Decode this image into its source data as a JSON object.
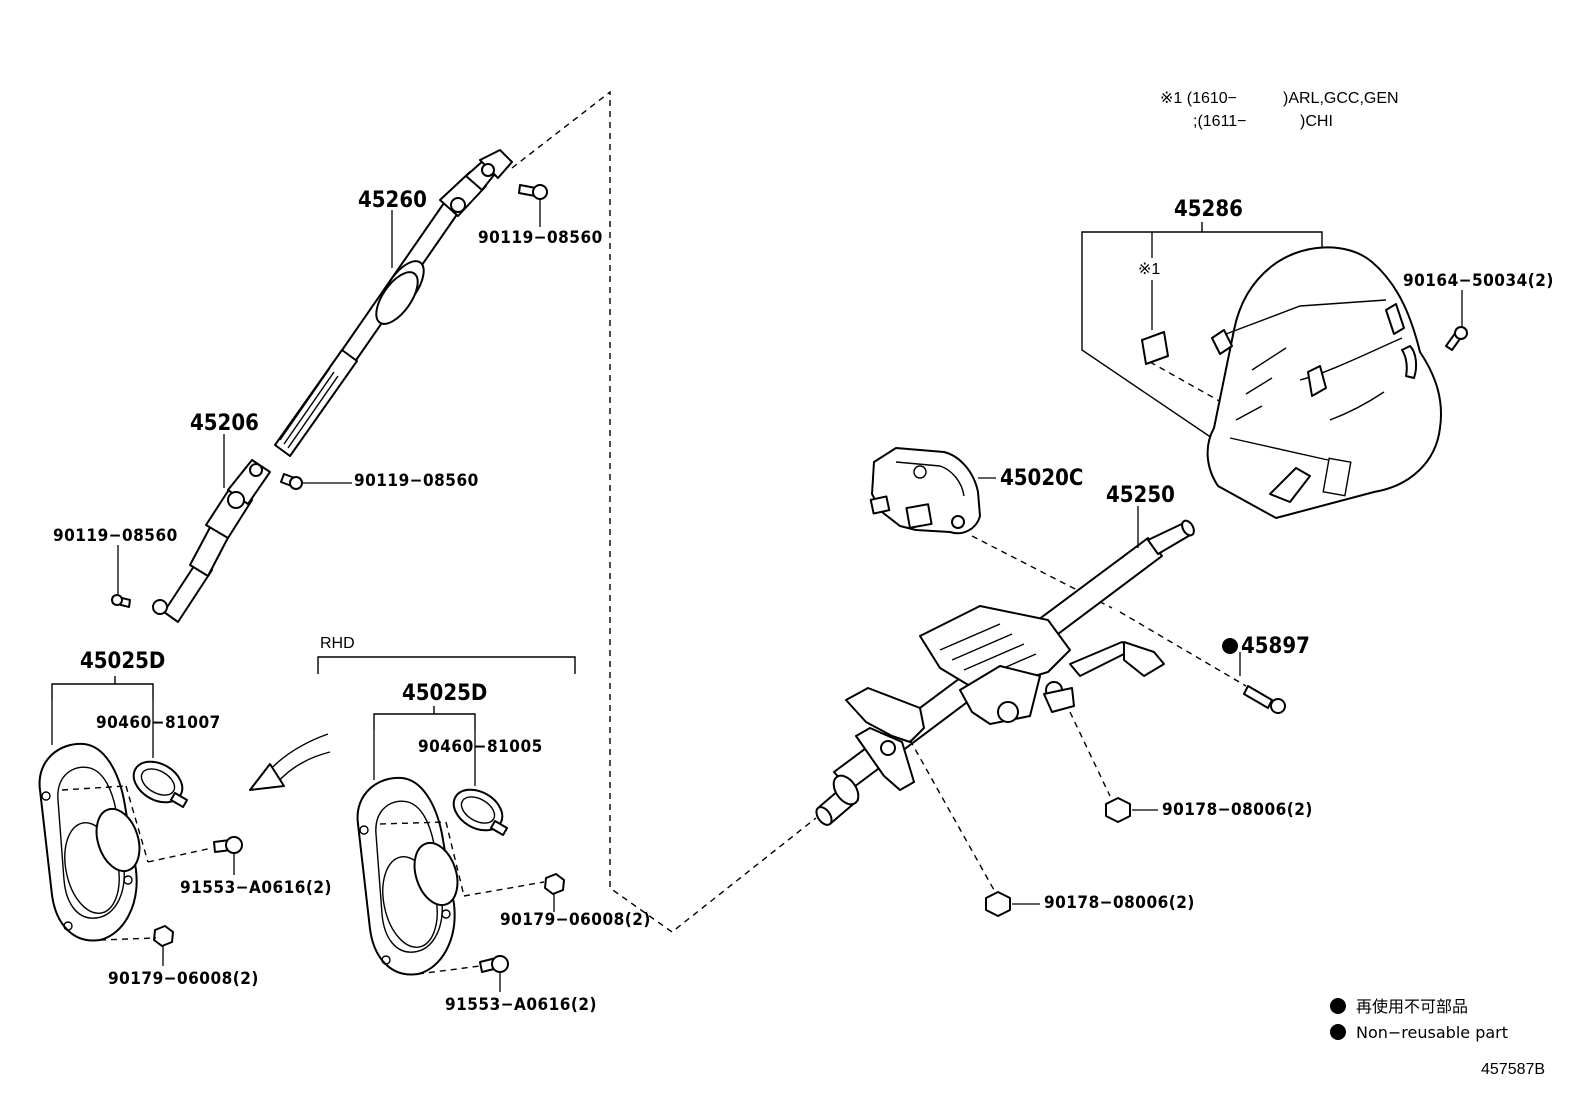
{
  "notes": {
    "line1_mark": "※1 (1610−",
    "line1_codes": ")ARL,GCC,GEN",
    "line2_mark": ";(1611−",
    "line2_codes": ")CHI"
  },
  "labels": {
    "p45260": "45260",
    "p90119_a": "90119−08560",
    "p45206": "45206",
    "p90119_b": "90119−08560",
    "p90119_c": "90119−08560",
    "p45025D_left": "45025D",
    "p90460_81007": "90460−81007",
    "rhd": "RHD",
    "p45025D_right": "45025D",
    "p90460_81005": "90460−81005",
    "p91553_left": "91553−A0616(2)",
    "p90179_left": "90179−06008(2)",
    "p90179_right": "90179−06008(2)",
    "p91553_right": "91553−A0616(2)",
    "p45286": "45286",
    "mark1": "※1",
    "p90164": "90164−50034(2)",
    "p45020C": "45020C",
    "p45250": "45250",
    "p45897": "45897",
    "p90178_upper": "90178−08006(2)",
    "p90178_lower": "90178−08006(2)"
  },
  "legend": {
    "item_cn": "再使用不可部品",
    "item_en": "Non−reusable part"
  },
  "illustration_id": "457587B"
}
